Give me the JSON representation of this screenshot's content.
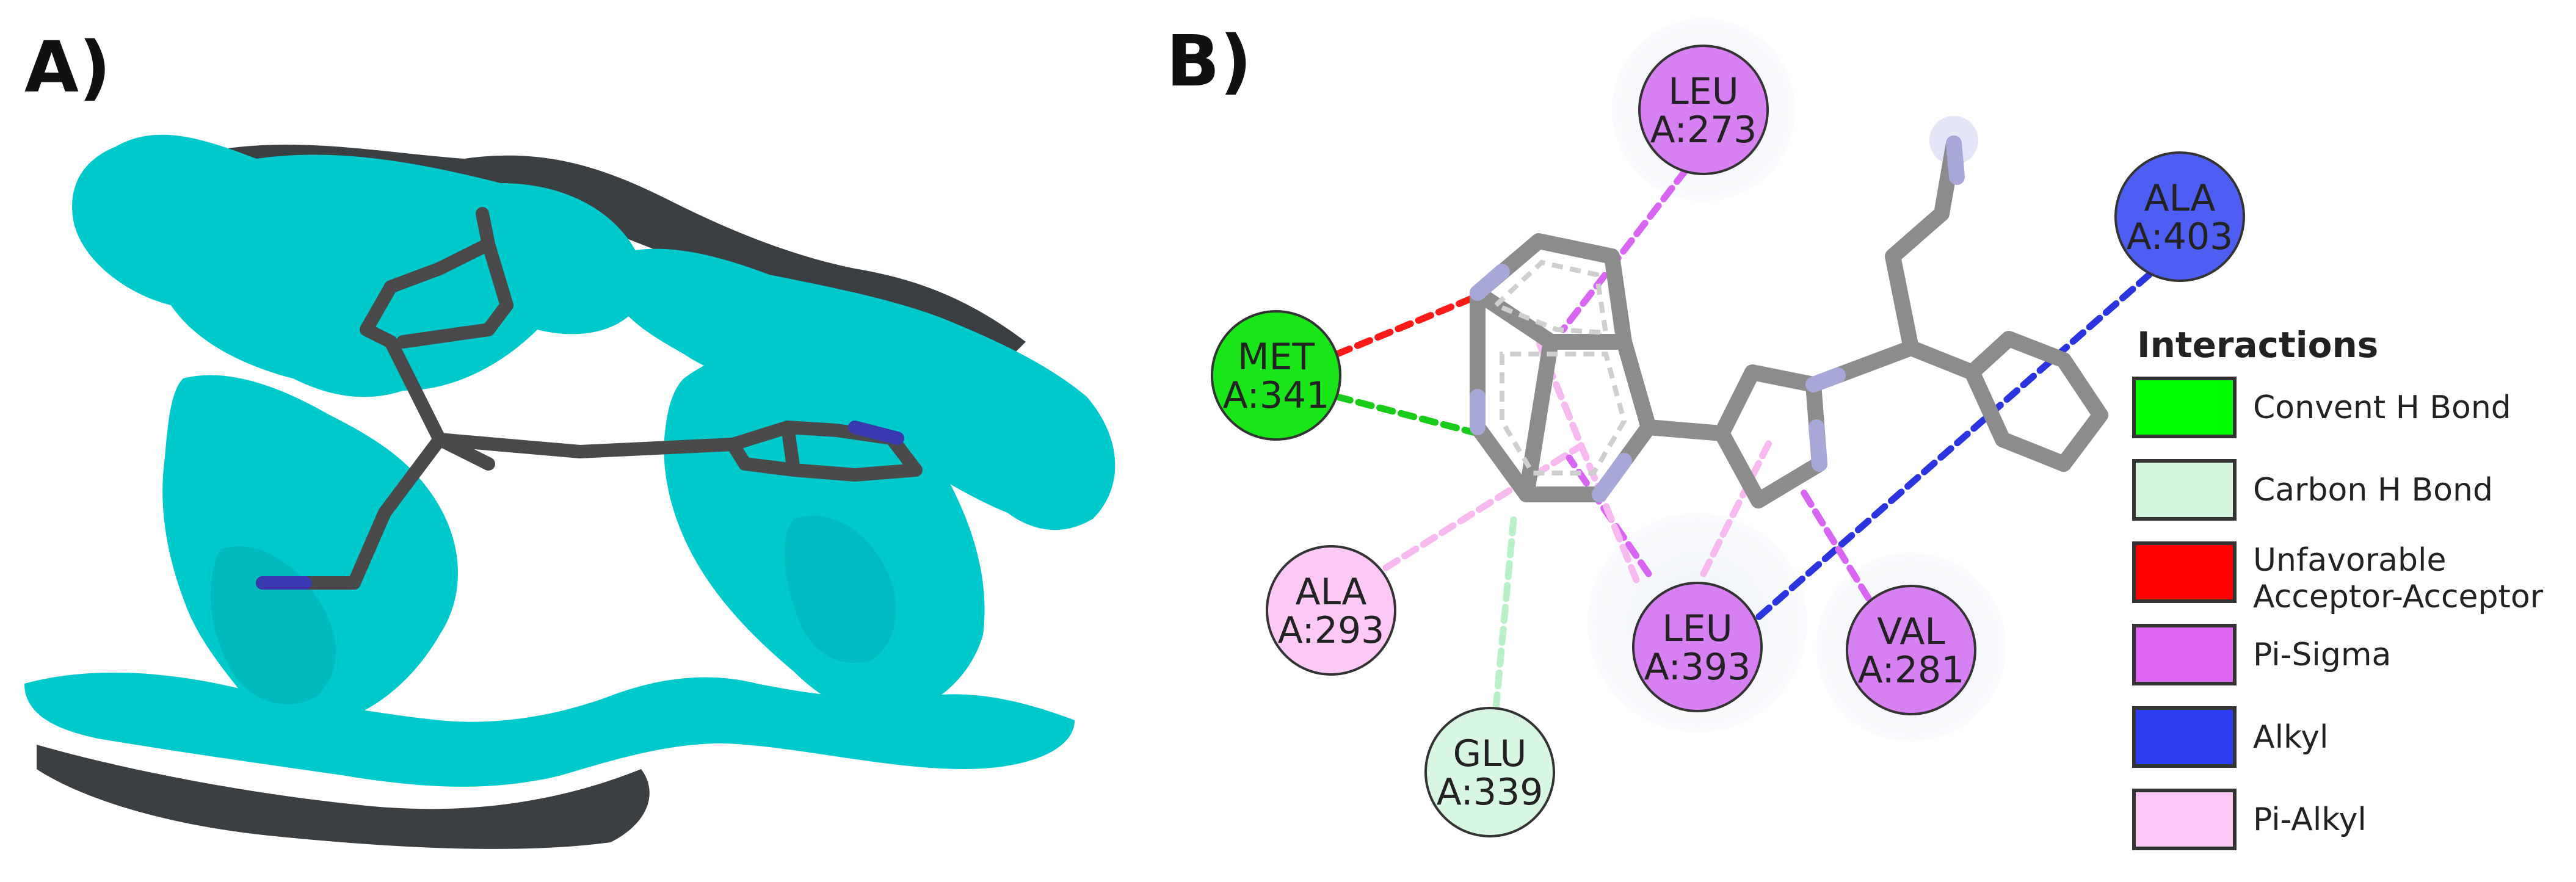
{
  "panels": {
    "a_label": "A)",
    "b_label": "B)"
  },
  "colors": {
    "surface": "#00c9cc",
    "surface_dark": "#3b3f42",
    "ligand": "#4a4a4a",
    "ligand_nitrogen": "#3a3ab0",
    "diagram_ligand": "#8c8c8c",
    "diagram_nitrogen": "#a8a8d8"
  },
  "residues": [
    {
      "id": "met341",
      "name": "MET",
      "number": "A:341",
      "type": "conventional_h_bond",
      "fill": "#19e619"
    },
    {
      "id": "leu273",
      "name": "LEU",
      "number": "A:273",
      "type": "pi_sigma",
      "fill": "#d680f2"
    },
    {
      "id": "ala403",
      "name": "ALA",
      "number": "A:403",
      "type": "alkyl",
      "fill": "#4f5ef2"
    },
    {
      "id": "ala293",
      "name": "ALA",
      "number": "A:293",
      "type": "pi_alkyl",
      "fill": "#fbc9f4"
    },
    {
      "id": "leu393",
      "name": "LEU",
      "number": "A:393",
      "type": "pi_sigma",
      "fill": "#d680f2"
    },
    {
      "id": "val281",
      "name": "VAL",
      "number": "A:281",
      "type": "pi_sigma",
      "fill": "#d680f2"
    },
    {
      "id": "glu339",
      "name": "GLU",
      "number": "A:339",
      "type": "carbon_h_bond",
      "fill": "#d8f7e2"
    }
  ],
  "legend": {
    "title": "Interactions",
    "items": [
      {
        "label_lines": [
          "Convent H Bond"
        ],
        "color": "#00ff00"
      },
      {
        "label_lines": [
          "Carbon H Bond"
        ],
        "color": "#d4f5dc"
      },
      {
        "label_lines": [
          "Unfavorable",
          "Acceptor-Acceptor"
        ],
        "color": "#ff0000"
      },
      {
        "label_lines": [
          "Pi-Sigma"
        ],
        "color": "#e066f5"
      },
      {
        "label_lines": [
          "Alkyl"
        ],
        "color": "#2e3ef2"
      },
      {
        "label_lines": [
          "Pi-Alkyl"
        ],
        "color": "#fdc7f5"
      }
    ]
  }
}
